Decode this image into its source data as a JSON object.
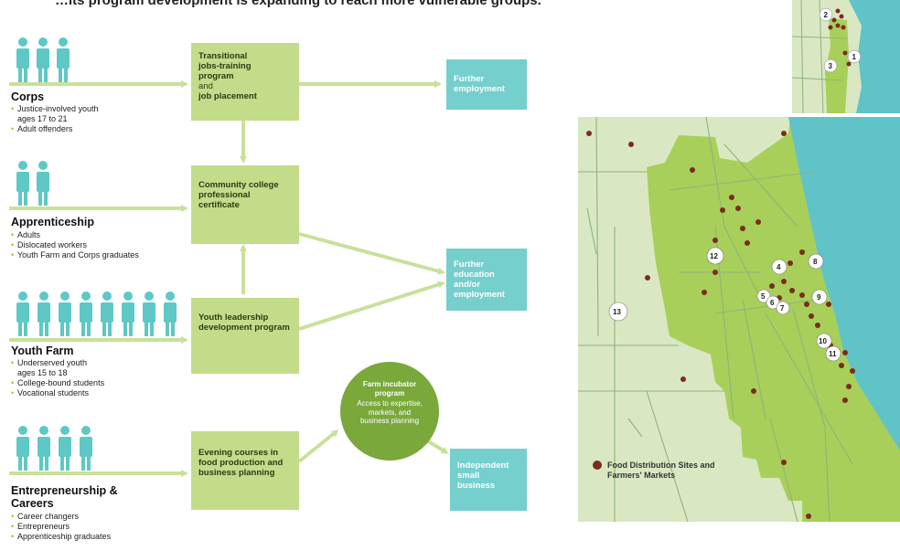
{
  "header": {
    "text": "…its program development is expanding to reach more vulnerable groups."
  },
  "groups": [
    {
      "title": "Corps",
      "bullets": [
        "Justice-involved youth ages 17 to 21",
        "Adult offenders"
      ],
      "people": 3
    },
    {
      "title": "Apprenticeship",
      "bullets": [
        "Adults",
        "Dislocated workers",
        "Youth Farm and Corps graduates"
      ],
      "people": 2
    },
    {
      "title": "Youth Farm",
      "bullets": [
        "Underserved youth ages 15 to 18",
        "College-bound students",
        "Vocational students"
      ],
      "people": 8
    },
    {
      "title": "Entrepreneurship & Careers",
      "bullets": [
        "Career changers",
        "Entrepreneurs",
        "Apprenticeship graduates"
      ],
      "people": 4
    }
  ],
  "programs": {
    "transitional": {
      "line1": "Transitional",
      "line2": "jobs-training",
      "line3": "program",
      "connector": "and",
      "line4": "job placement"
    },
    "college": "Community college professional certificate",
    "leadership": "Youth leadership development program",
    "evening": "Evening courses in food production and business planning"
  },
  "outcomes": {
    "employment": "Further employment",
    "education": "Further education and/or employment",
    "small_business": "Independent small business"
  },
  "incubator": {
    "title": "Farm incubator program",
    "desc": "Access to expertise, markets, and business planning"
  },
  "map": {
    "legend": "Food Distribution Sites and Farmers' Markets",
    "markers": [
      "1",
      "2",
      "3",
      "4",
      "5",
      "6",
      "7",
      "8",
      "9",
      "10",
      "11",
      "12",
      "13"
    ]
  },
  "colors": {
    "people": "#5ec8c6",
    "program_box": "#c3dc8a",
    "outcome_box": "#74cfcd",
    "incubator": "#7aa83b",
    "arrow": "#c9e09a",
    "map_land": "#d9e8c2",
    "map_city": "#a8cf5a",
    "map_lake": "#5fc3c8",
    "site_dot": "#7a2c1c"
  }
}
